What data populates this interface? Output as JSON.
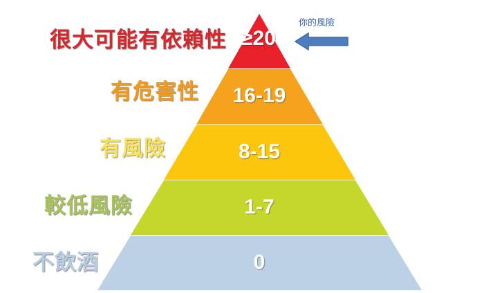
{
  "levels": [
    {
      "label": "很大可能有依賴性",
      "score": "≥20",
      "color": "#e8202a",
      "label_color": "#d8262d"
    },
    {
      "label": "有危害性",
      "score": "16-19",
      "color": "#f5a21c",
      "label_color": "#f39a19"
    },
    {
      "label": "有風險",
      "score": "8-15",
      "color": "#fbc60c",
      "label_color": "#f8e35a"
    },
    {
      "label": "較低風險",
      "score": "1-7",
      "color": "#c6d72c",
      "label_color": "#a9c35a"
    },
    {
      "label": "不飲酒",
      "score": "0",
      "color": "#bcd0e6",
      "label_color": "#b7cbe3"
    }
  ],
  "pointer": {
    "text": "你的風險",
    "icon": "left-arrow-icon",
    "color": "#4f7dc0"
  }
}
